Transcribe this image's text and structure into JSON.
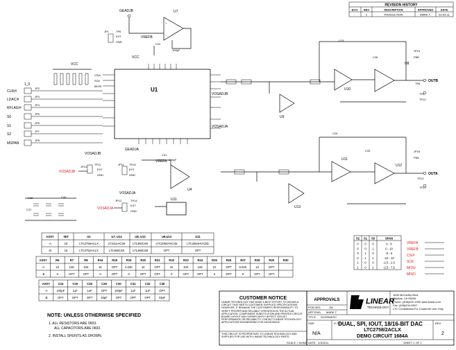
{
  "revision": {
    "title": "REVISION HISTORY",
    "headers": [
      "ECO",
      "REV",
      "DESCRIPTION",
      "APPROVED",
      "DATE"
    ],
    "row": [
      "-",
      "2",
      "PRODUCTION",
      "MARK T.",
      "02-03-11"
    ]
  },
  "chip": {
    "name": "U1",
    "pins_left": [
      "CLR/#",
      "LDAC/#",
      "RFLAG/#",
      "S0",
      "S1",
      "S2",
      "MSPAN"
    ],
    "jumpers": [
      "JP1",
      "JP2",
      "JP3",
      "JP4",
      "JP5",
      "JP6",
      "JP7",
      "JP8"
    ]
  },
  "labels": {
    "geadjb": "GEADJB",
    "geadja": "GEADJA",
    "vosadjb": "VOSADJB",
    "vosadja": "VOSADJA",
    "vrefb": "VREFB",
    "vrefa": "VREFA",
    "vcc": "VCC",
    "ext": "EXT",
    "gnd": "GND",
    "u7": "U7",
    "u14": "U14",
    "u4": "U4",
    "u11": "U11",
    "u12": "U12",
    "u13": "U13",
    "u9": "U9",
    "u8": "U8",
    "u10": "U10",
    "outb": "OUTB",
    "outa": "OUTA",
    "tp8": "TP8",
    "tp9": "TP9",
    "tp10": "TP10",
    "tp12": "TP12",
    "tp13": "TP13",
    "jp15": "JP15",
    "jp16": "JP16",
    "fbb": "FBB",
    "fba": "FBA",
    "vosadjb_red": "VOSADJB",
    "vosadja_red": "VOSADJA",
    "one_zero": "1_0"
  },
  "assy_table_1": {
    "headers": [
      "ASSY",
      "-BIT",
      "U1",
      "U7, U14",
      "U8, U12",
      "U9,U13",
      "U11"
    ],
    "rows": [
      [
        "-A",
        "18",
        "LTC2758ACLX",
        "LT1012ACS8",
        "LT1360CS8",
        "LTC2054HVCS5",
        "LTC2054HVCDD"
      ],
      [
        "-B",
        "16",
        "LTC2752ACLX",
        "LT1468CS8",
        "LT1468CS8",
        "OPT",
        "OPT"
      ]
    ]
  },
  "assy_table_2": {
    "headers": [
      "ASSY",
      "R6",
      "R7",
      "R8",
      "R16",
      "R18",
      "R19",
      "R20",
      "R21",
      "R22",
      "R23",
      "R24",
      "R25",
      "R26",
      "R27",
      "R28",
      "R29",
      "R30"
    ],
    "rows": [
      [
        "-A",
        "1K",
        "10K",
        "10K",
        "1K",
        "OPT",
        "6.02K",
        "10",
        "OPT",
        "1K",
        "10K",
        "10K",
        "1K",
        "OPT",
        "6.02K",
        "10",
        "OPT",
        ""
      ],
      [
        "-B",
        "0",
        "OPT",
        "OPT",
        "0",
        "OPT",
        "0",
        "OPT",
        "OPT",
        "0",
        "OPT",
        "OPT",
        "0",
        "OPT",
        "0",
        "OPT",
        "OPT",
        ""
      ]
    ]
  },
  "assy_table_3": {
    "headers": [
      "ASSY",
      "C24",
      "C25",
      "C26",
      "C28",
      "C30",
      "C31",
      "C33",
      "C35"
    ],
    "rows": [
      [
        "-A",
        "100pF",
        "1uF",
        "1uF",
        "OPT",
        "100pF",
        "1uF",
        "1uF",
        "OPT"
      ],
      [
        "-B",
        "OPT",
        "OPT",
        "OPT",
        "33pF",
        "OPT",
        "OPT",
        "OPT",
        "33pF"
      ]
    ]
  },
  "span_table": {
    "headers": [
      "S2",
      "S1",
      "S0",
      "SPAN"
    ],
    "rows": [
      [
        "0",
        "0",
        "0",
        "0 - 5"
      ],
      [
        "0",
        "0",
        "1",
        "0 - 10"
      ],
      [
        "0",
        "1",
        "0",
        "-5 - 5"
      ],
      [
        "0",
        "1",
        "1",
        "-10 - 10"
      ],
      [
        "1",
        "0",
        "0",
        "-2.5 - 2.5"
      ],
      [
        "1",
        "0",
        "1",
        "-2.5 - 7.5"
      ]
    ]
  },
  "signals_red": [
    "VREFA",
    "VREFB",
    "CS/#",
    "SCK",
    "MOSI",
    "MISO"
  ],
  "notes": {
    "title": "NOTE: UNLESS OTHERWISE SPECIFIED",
    "items": [
      "1. ALL RESISTORS ARE 0603.",
      "ALL CAPACITORS ARE 0603.",
      "2. INSTALL SHUNTS AS SHOWN."
    ]
  },
  "customer_notice": {
    "title": "CUSTOMER NOTICE",
    "body": "LINEAR TECHNOLOGY HAS MADE A BEST EFFORT TO DESIGN A CIRCUIT THAT MEETS CUSTOMER-SUPPLIED SPECIFICATIONS; HOWEVER, IT REMAINS THE CUSTOMER'S RESPONSIBILITY TO VERIFY PROPER AND RELIABLE OPERATION IN THE ACTUAL APPLICATION. COMPONENT SUBSTITUTION AND PRINTED CIRCUIT BOARD LAYOUT MAY SIGNIFICANTLY AFFECT CIRCUIT PERFORMANCE OR RELIABILITY. CONTACT LINEAR TECHNOLOGY APPLICATIONS ENGINEERING FOR ASSISTANCE.",
    "footer": "THIS CIRCUIT IS PROPRIETARY TO LINEAR TECHNOLOGY AND SUPPLIED FOR USE WITH LINEAR TECHNOLOGY PARTS."
  },
  "approvals": {
    "title": "APPROVALS",
    "pcb_des": "PCB DES.",
    "pcb_name": "JW",
    "app_eng": "APP ENG.",
    "app_name": "MARK T."
  },
  "company": {
    "name": "LINEAR",
    "sub": "TECHNOLOGY",
    "address": [
      "1630 McCarthy Blvd.",
      "Milpitas, CA 95035",
      "Phone: (408)432-1900  www.linear.com",
      "Fax: (408)434-0507",
      "LTC Confidential-For Customer Use Only"
    ]
  },
  "title_block": {
    "title_label": "TITLE:",
    "title_value": "SCHEMATIC",
    "main_title": "DUAL, SPI, IOUT, 18/16-BIT DAC",
    "size_label": "SIZE",
    "size": "N/A",
    "ic_label": "IC NO.",
    "ic_no": "LTC2758/2ACLX",
    "circuit": "DEMO CIRCUIT 1684A",
    "rev_label": "REV.",
    "rev": "2",
    "scale": "SCALE = NONE",
    "date_label": "DATE:",
    "date": "2/3/2011",
    "sheet": "SHEET  1  OF  2"
  }
}
